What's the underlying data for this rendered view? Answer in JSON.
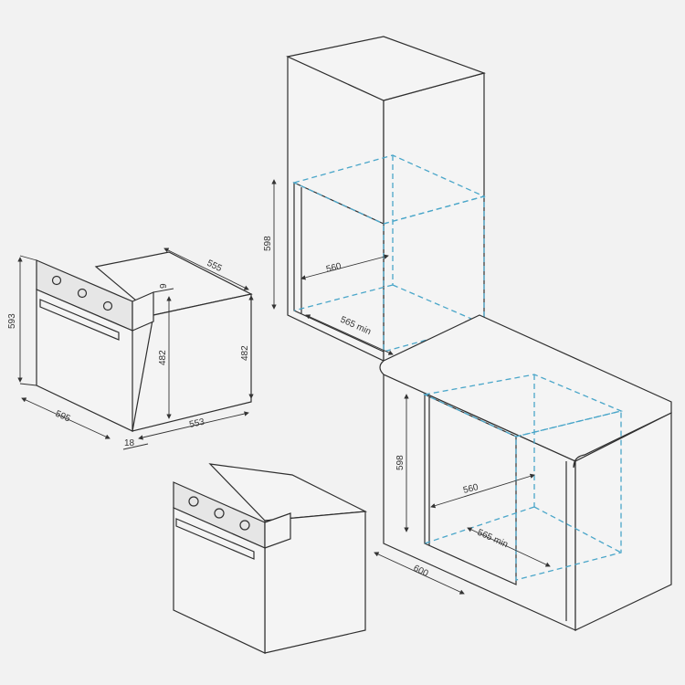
{
  "diagram": {
    "title": "Built-in oven installation dimensions",
    "oven_dimensions": {
      "height": "593",
      "width": "595",
      "depth": "555",
      "panel_step": "9",
      "body_height_inner": "482",
      "body_height_side": "482",
      "body_depth": "553",
      "front_thickness": "18"
    },
    "tall_cabinet": {
      "niche_height": "598",
      "niche_width": "560",
      "niche_depth": "565 min"
    },
    "under_counter": {
      "niche_height": "598",
      "niche_width": "560",
      "niche_depth": "565 min",
      "cabinet_width": "600"
    },
    "colors": {
      "line": "#2f2f2f",
      "guide": "#4aa6c9",
      "background": "#f2f2f2"
    }
  }
}
